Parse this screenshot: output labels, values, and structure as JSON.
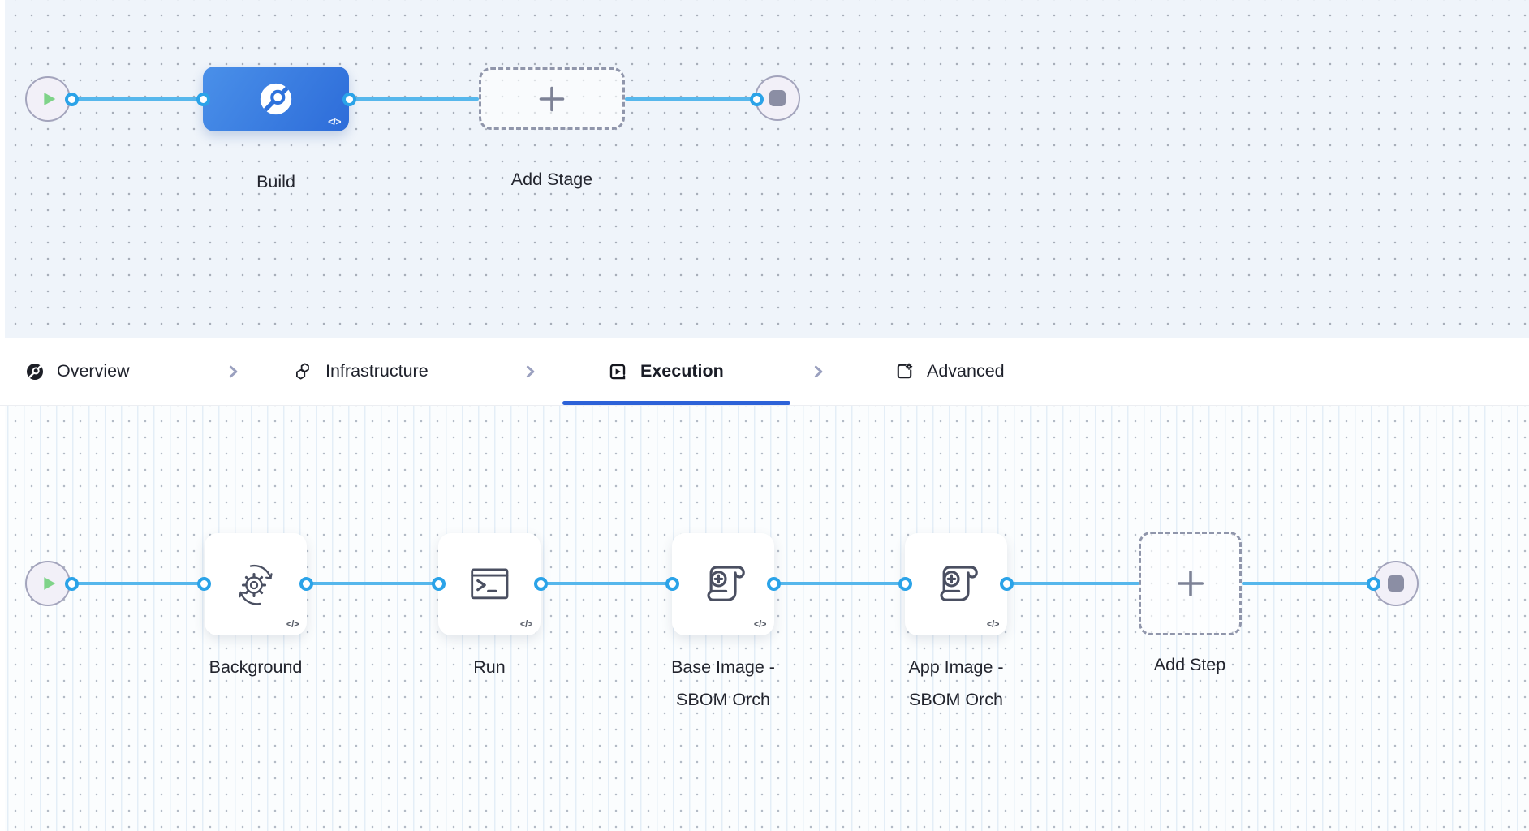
{
  "pipeline_stage_canvas": {
    "stage": {
      "label": "Build"
    },
    "add_stage": {
      "label": "Add Stage"
    },
    "code_badge": "</>"
  },
  "tab_bar": {
    "tabs": [
      {
        "label": "Overview",
        "icon": "ci-overview-icon",
        "active": false
      },
      {
        "label": "Infrastructure",
        "icon": "hexagons-icon",
        "active": false
      },
      {
        "label": "Execution",
        "icon": "play-square-icon",
        "active": true
      },
      {
        "label": "Advanced",
        "icon": "panel-gear-icon",
        "active": false
      }
    ]
  },
  "execution_canvas": {
    "steps": [
      {
        "label": "Background",
        "icon": "gear-sync-icon"
      },
      {
        "label": "Run",
        "icon": "terminal-icon"
      },
      {
        "label": "Base Image - SBOM Orch",
        "icon": "scroll-plus-icon"
      },
      {
        "label": "App Image - SBOM Orch",
        "icon": "scroll-plus-icon"
      }
    ],
    "add_step": {
      "label": "Add Step"
    },
    "code_badge": "</>"
  },
  "colors": {
    "edge_blue": "#56b7ec",
    "connector_ring": "#2ba3e8",
    "stage_blue_start": "#4a90e9",
    "stage_blue_end": "#2d6cd9",
    "active_tab_underline": "#2d62d8",
    "start_play_green": "#7fd389",
    "terminal_node_fill": "#f2f0f8",
    "canvas_top_bg": "#eff4fa",
    "canvas_bottom_bg": "#fbfdfe"
  }
}
